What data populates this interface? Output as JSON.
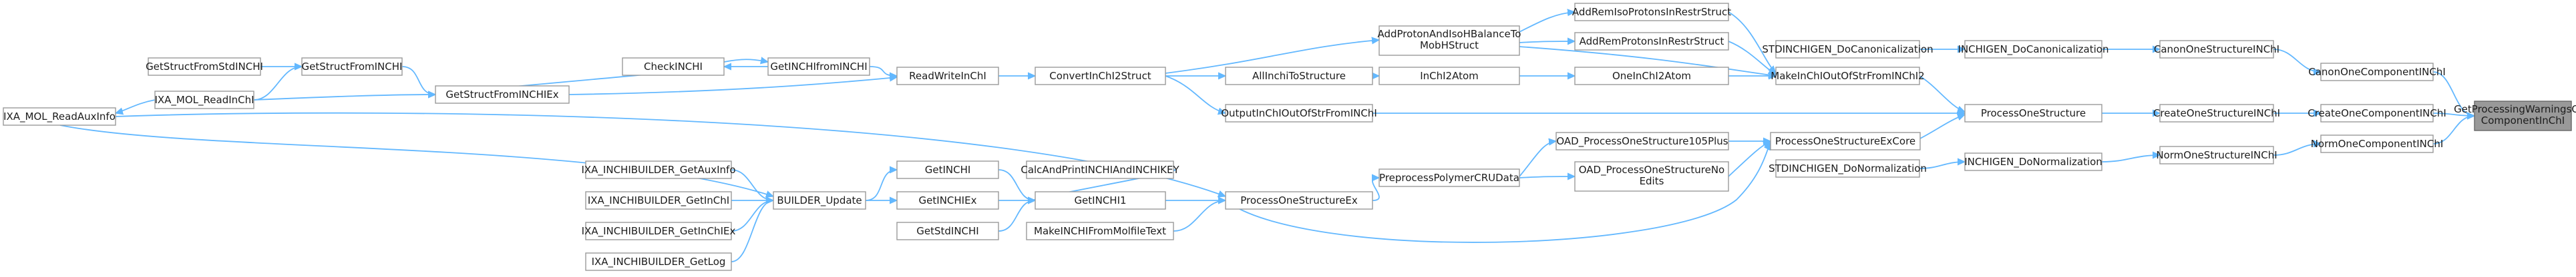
{
  "graph": {
    "root": "GetProcessingWarningsOneComponentInChI",
    "nodes": [
      {
        "id": "root",
        "lines": [
          "GetProcessingWarningsOne",
          "ComponentInChI"
        ]
      },
      {
        "id": "canon_one_component",
        "lines": [
          "CanonOneComponentINChI"
        ]
      },
      {
        "id": "create_one_component",
        "lines": [
          "CreateOneComponentINChI"
        ]
      },
      {
        "id": "norm_one_component",
        "lines": [
          "NormOneComponentINChI"
        ]
      },
      {
        "id": "canon_one_structure",
        "lines": [
          "CanonOneStructureINChI"
        ]
      },
      {
        "id": "create_one_structure",
        "lines": [
          "CreateOneStructureINChI"
        ]
      },
      {
        "id": "norm_one_structure",
        "lines": [
          "NormOneStructureINChI"
        ]
      },
      {
        "id": "inchigen_docanon",
        "lines": [
          "INCHIGEN_DoCanonicalization"
        ]
      },
      {
        "id": "stdinchigen_docanon",
        "lines": [
          "STDINCHIGEN_DoCanonicalization"
        ]
      },
      {
        "id": "process_one_structure",
        "lines": [
          "ProcessOneStructure"
        ]
      },
      {
        "id": "inchigen_donorm",
        "lines": [
          "INCHIGEN_DoNormalization"
        ]
      },
      {
        "id": "stdinchigen_donorm",
        "lines": [
          "STDINCHIGEN_DoNormalization"
        ]
      },
      {
        "id": "make_inchi_outof",
        "lines": [
          "MakeInChIOutOfStrFromINChI2"
        ]
      },
      {
        "id": "output_inchi_outof",
        "lines": [
          "OutputInChIOutOfStrFromINChI"
        ]
      },
      {
        "id": "process_one_structure_excore",
        "lines": [
          "ProcessOneStructureExCore"
        ]
      },
      {
        "id": "add_remiso",
        "lines": [
          "AddRemIsoProtonsInRestrStruct"
        ]
      },
      {
        "id": "add_proton",
        "lines": [
          "AddProtonAndIsoHBalanceTo",
          "MobHStruct"
        ]
      },
      {
        "id": "add_remprotons",
        "lines": [
          "AddRemProtonsInRestrStruct"
        ]
      },
      {
        "id": "one_inchi_2atom",
        "lines": [
          "OneInChI2Atom"
        ]
      },
      {
        "id": "oad_105plus",
        "lines": [
          "OAD_ProcessOneStructure105Plus"
        ]
      },
      {
        "id": "oad_noedits",
        "lines": [
          "OAD_ProcessOneStructureNo",
          "Edits"
        ]
      },
      {
        "id": "inchi_2atom",
        "lines": [
          "InChI2Atom"
        ]
      },
      {
        "id": "preprocess_polymer",
        "lines": [
          "PreprocessPolymerCRUData"
        ]
      },
      {
        "id": "allinchi_to_structure",
        "lines": [
          "AllInchiToStructure"
        ]
      },
      {
        "id": "convert_inchi2struct",
        "lines": [
          "ConvertInChI2Struct"
        ]
      },
      {
        "id": "process_one_structure_ex",
        "lines": [
          "ProcessOneStructureEx"
        ]
      },
      {
        "id": "read_write_inchi",
        "lines": [
          "ReadWriteInChI"
        ]
      },
      {
        "id": "get_inchi1",
        "lines": [
          "GetINCHI1"
        ]
      },
      {
        "id": "calc_print",
        "lines": [
          "CalcAndPrintINCHIAndINCHIKEY"
        ]
      },
      {
        "id": "make_inchi_from_molfile",
        "lines": [
          "MakeINCHIFromMolfileText"
        ]
      },
      {
        "id": "get_inchi_from_inchi",
        "lines": [
          "GetINCHIfromINCHI"
        ]
      },
      {
        "id": "get_inchi",
        "lines": [
          "GetINCHI"
        ]
      },
      {
        "id": "get_inchi_ex",
        "lines": [
          "GetINCHIEx"
        ]
      },
      {
        "id": "get_std_inchi",
        "lines": [
          "GetStdINCHI"
        ]
      },
      {
        "id": "check_inchi",
        "lines": [
          "CheckINCHI"
        ]
      },
      {
        "id": "get_struct_from_inchi_ex",
        "lines": [
          "GetStructFromINCHIEx"
        ]
      },
      {
        "id": "builder_update",
        "lines": [
          "BUILDER_Update"
        ]
      },
      {
        "id": "get_struct_from_inchi",
        "lines": [
          "GetStructFromINCHI"
        ]
      },
      {
        "id": "ixa_mol_readinchi",
        "lines": [
          "IXA_MOL_ReadInChI"
        ]
      },
      {
        "id": "get_struct_from_std_inchi",
        "lines": [
          "GetStructFromStdINCHI"
        ]
      },
      {
        "id": "ixa_mol_readauxinfo",
        "lines": [
          "IXA_MOL_ReadAuxInfo"
        ]
      },
      {
        "id": "ixa_builder_getauxinfo",
        "lines": [
          "IXA_INCHIBUILDER_GetAuxInfo"
        ]
      },
      {
        "id": "ixa_builder_getinchi",
        "lines": [
          "IXA_INCHIBUILDER_GetInChI"
        ]
      },
      {
        "id": "ixa_builder_getinchiex",
        "lines": [
          "IXA_INCHIBUILDER_GetInChIEx"
        ]
      },
      {
        "id": "ixa_builder_getlog",
        "lines": [
          "IXA_INCHIBUILDER_GetLog"
        ]
      }
    ],
    "edges": [
      [
        "canon_one_component",
        "root"
      ],
      [
        "create_one_component",
        "root"
      ],
      [
        "norm_one_component",
        "root"
      ],
      [
        "canon_one_structure",
        "canon_one_component"
      ],
      [
        "create_one_structure",
        "create_one_component"
      ],
      [
        "norm_one_structure",
        "norm_one_component"
      ],
      [
        "inchigen_docanon",
        "canon_one_structure"
      ],
      [
        "stdinchigen_docanon",
        "inchigen_docanon"
      ],
      [
        "process_one_structure",
        "create_one_structure"
      ],
      [
        "inchigen_donorm",
        "norm_one_structure"
      ],
      [
        "stdinchigen_donorm",
        "inchigen_donorm"
      ],
      [
        "make_inchi_outof",
        "process_one_structure"
      ],
      [
        "output_inchi_outof",
        "process_one_structure"
      ],
      [
        "process_one_structure_excore",
        "process_one_structure"
      ],
      [
        "add_remiso",
        "make_inchi_outof"
      ],
      [
        "add_proton",
        "make_inchi_outof"
      ],
      [
        "add_remprotons",
        "make_inchi_outof"
      ],
      [
        "one_inchi_2atom",
        "make_inchi_outof"
      ],
      [
        "oad_105plus",
        "process_one_structure_excore"
      ],
      [
        "oad_noedits",
        "process_one_structure_excore"
      ],
      [
        "process_one_structure_ex",
        "process_one_structure_excore"
      ],
      [
        "add_proton",
        "add_remiso"
      ],
      [
        "add_proton",
        "add_remprotons"
      ],
      [
        "inchi_2atom",
        "one_inchi_2atom"
      ],
      [
        "preprocess_polymer",
        "oad_105plus"
      ],
      [
        "preprocess_polymer",
        "oad_noedits"
      ],
      [
        "convert_inchi2struct",
        "add_proton"
      ],
      [
        "allinchi_to_structure",
        "inchi_2atom"
      ],
      [
        "process_one_structure_ex",
        "preprocess_polymer"
      ],
      [
        "convert_inchi2struct",
        "allinchi_to_structure"
      ],
      [
        "convert_inchi2struct",
        "output_inchi_outof"
      ],
      [
        "read_write_inchi",
        "convert_inchi2struct"
      ],
      [
        "get_inchi1",
        "process_one_structure_ex"
      ],
      [
        "make_inchi_from_molfile",
        "process_one_structure_ex"
      ],
      [
        "ixa_mol_readauxinfo",
        "process_one_structure_ex"
      ],
      [
        "get_inchi_from_inchi",
        "read_write_inchi"
      ],
      [
        "get_struct_from_inchi_ex",
        "read_write_inchi"
      ],
      [
        "calc_print",
        "get_inchi1"
      ],
      [
        "get_inchi",
        "get_inchi1"
      ],
      [
        "get_inchi_ex",
        "get_inchi1"
      ],
      [
        "get_std_inchi",
        "get_inchi1"
      ],
      [
        "check_inchi",
        "get_inchi_from_inchi"
      ],
      [
        "get_inchi_from_inchi",
        "check_inchi"
      ],
      [
        "check_inchi",
        "get_struct_from_inchi_ex"
      ],
      [
        "builder_update",
        "get_inchi"
      ],
      [
        "builder_update",
        "get_inchi_ex"
      ],
      [
        "get_struct_from_inchi",
        "get_struct_from_inchi_ex"
      ],
      [
        "ixa_mol_readinchi",
        "get_struct_from_inchi_ex"
      ],
      [
        "get_struct_from_std_inchi",
        "get_struct_from_inchi"
      ],
      [
        "ixa_mol_readinchi",
        "get_struct_from_inchi"
      ],
      [
        "ixa_mol_readinchi",
        "ixa_mol_readauxinfo"
      ],
      [
        "ixa_builder_getauxinfo",
        "builder_update"
      ],
      [
        "ixa_builder_getinchi",
        "builder_update"
      ],
      [
        "ixa_builder_getinchiex",
        "builder_update"
      ],
      [
        "ixa_builder_getlog",
        "builder_update"
      ],
      [
        "ixa_mol_readauxinfo",
        "builder_update"
      ]
    ]
  }
}
